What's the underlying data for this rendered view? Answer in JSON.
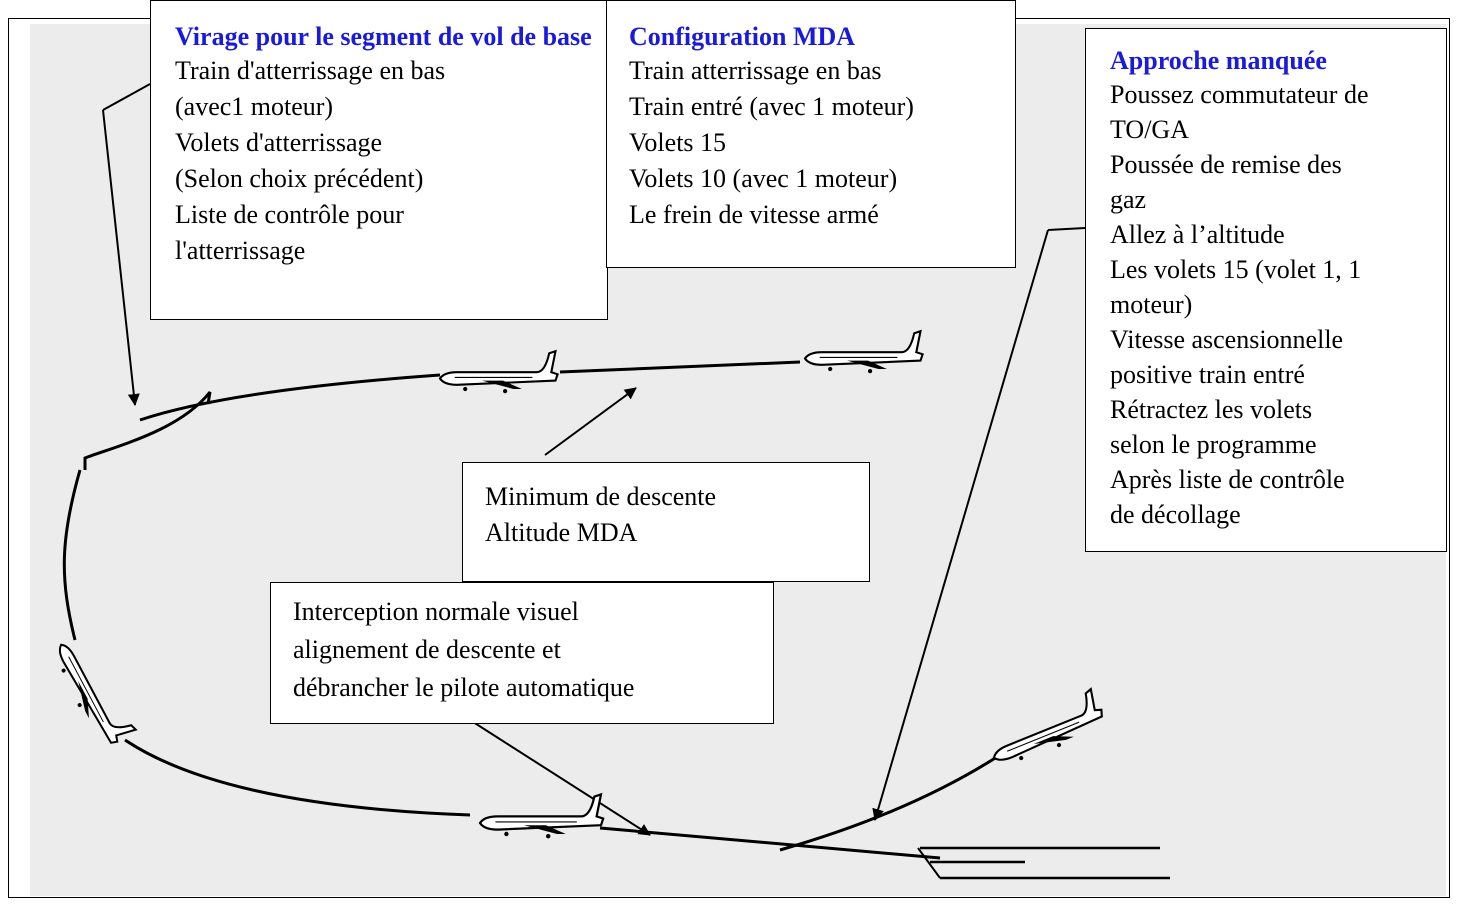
{
  "boxes": {
    "virage": {
      "title": "Virage pour le segment de vol de base",
      "lines": [
        "Train d'atterrissage en bas",
        "(avec1 moteur)",
        "Volets d'atterrissage",
        "(Selon choix précédent)",
        "Liste de contrôle pour",
        "l'atterrissage"
      ]
    },
    "mda": {
      "title": "Configuration MDA",
      "lines": [
        "Train atterrissage en bas",
        "Train entré (avec 1 moteur)",
        "Volets 15",
        "Volets 10 (avec 1 moteur)",
        "Le frein de vitesse armé"
      ]
    },
    "approche": {
      "title": "Approche manquée",
      "lines": [
        "Poussez commutateur de",
        "TO/GA",
        "Poussée de remise des",
        "gaz",
        "Allez à l’altitude",
        "Les volets 15 (volet 1, 1",
        "moteur)",
        "Vitesse ascensionnelle",
        "positive train entré",
        "Rétractez les volets",
        "selon le programme",
        "Après liste de contrôle",
        "de décollage"
      ]
    },
    "minimum": {
      "lines": [
        "Minimum de descente",
        "Altitude MDA"
      ]
    },
    "interception": {
      "lines": [
        "Interception normale visuel",
        "alignement de descente et",
        "débrancher le pilote automatique"
      ]
    }
  },
  "colors": {
    "title": "#1a1adc",
    "background_photo": "#ececec",
    "ink": "#000000"
  },
  "icons": [
    "airplane-icon"
  ]
}
